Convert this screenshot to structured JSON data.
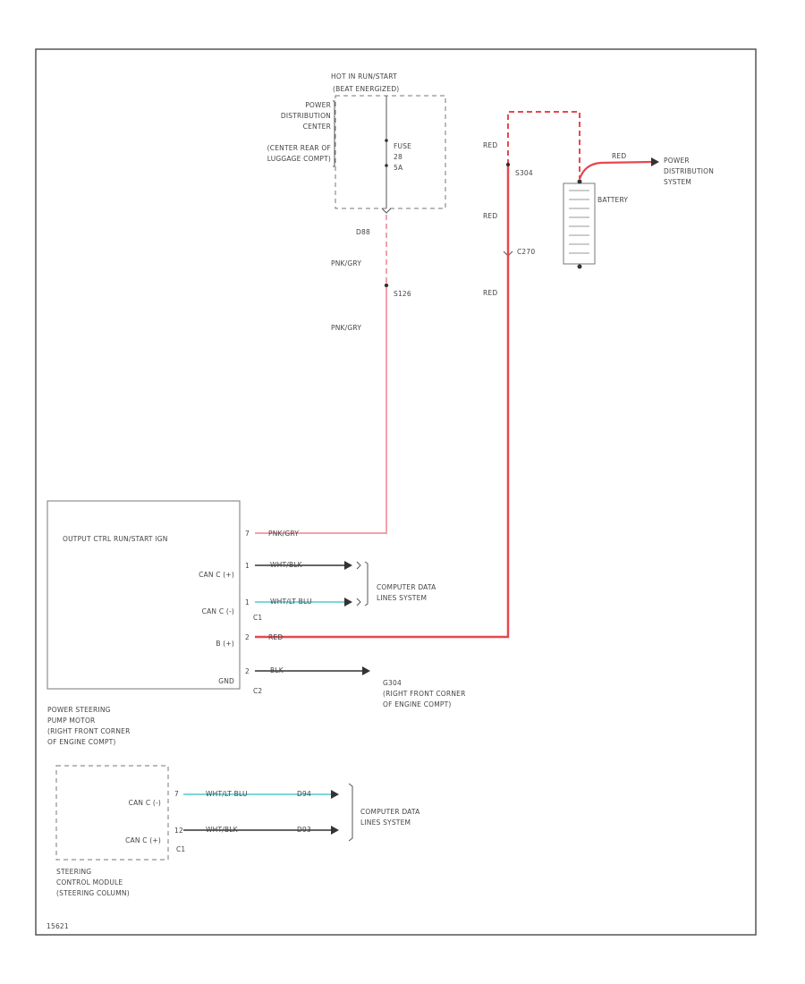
{
  "colors": {
    "red": "#e8474f",
    "pink": "#f4a0ad",
    "cyan": "#7fd6d9",
    "black": "#333333",
    "frame": "#555555"
  },
  "fuse_box": {
    "header_line1": "HOT IN RUN/START",
    "header_line2": "(BEAT ENERGIZED)",
    "pdc_label": [
      "POWER",
      "DISTRIBUTION",
      "CENTER",
      "(CENTER REAR OF",
      "LUGGAGE COMPT)"
    ],
    "fuse_label": [
      "FUSE",
      "28",
      "5A"
    ]
  },
  "wires": {
    "circuit_dbl": "D88",
    "pnk_gry_1": "PNK/GRY",
    "splice_s126": "S126",
    "pnk_gry_2": "PNK/GRY",
    "pnk_gry_3": "PNK/GRY",
    "red_1": "RED",
    "splice_s304": "S304",
    "red_2": "RED",
    "red_3": "RED",
    "red_4": "RED",
    "red_5": "RED",
    "splice_c270": "C270",
    "wht_blk_1": "WHT/BLK",
    "wht_lt_blu_1": "WHT/LT BLU",
    "blk": "BLK",
    "wht_lt_blu_2": "WHT/LT BLU",
    "wht_blk_2": "WHT/BLK",
    "code_d94": "D94",
    "code_d93": "D93"
  },
  "battery": {
    "label": "BATTERY",
    "pds_line1": "POWER",
    "pds_line2": "DISTRIBUTION",
    "pds_line3": "SYSTEM"
  },
  "pump_module": {
    "title": "OUTPUT CTRL RUN/START IGN",
    "can_c_plus": "CAN C (+)",
    "can_c_minus": "CAN C (-)",
    "b_plus": "B (+)",
    "gnd": "GND",
    "connector_c1": "C1",
    "connector_c2": "C2",
    "pin_7": "7",
    "pin_1a": "1",
    "pin_1b": "1",
    "pin_2a": "2",
    "pin_2b": "2",
    "caption": [
      "POWER STEERING",
      "PUMP MOTOR",
      "(RIGHT FRONT CORNER",
      "OF ENGINE COMPT)"
    ]
  },
  "computer_data_1": [
    "COMPUTER DATA",
    "LINES SYSTEM"
  ],
  "ground_g304": [
    "G304",
    "(RIGHT FRONT CORNER",
    "OF ENGINE COMPT)"
  ],
  "steering_module": {
    "can_c_minus": "CAN C (-)",
    "can_c_plus": "CAN C (+)",
    "pin_7": "7",
    "pin_12": "12",
    "connector_c1": "C1",
    "caption": [
      "STEERING",
      "CONTROL MODULE",
      "(STEERING COLUMN)"
    ]
  },
  "computer_data_2": [
    "COMPUTER DATA",
    "LINES SYSTEM"
  ],
  "footer_code": "15621"
}
